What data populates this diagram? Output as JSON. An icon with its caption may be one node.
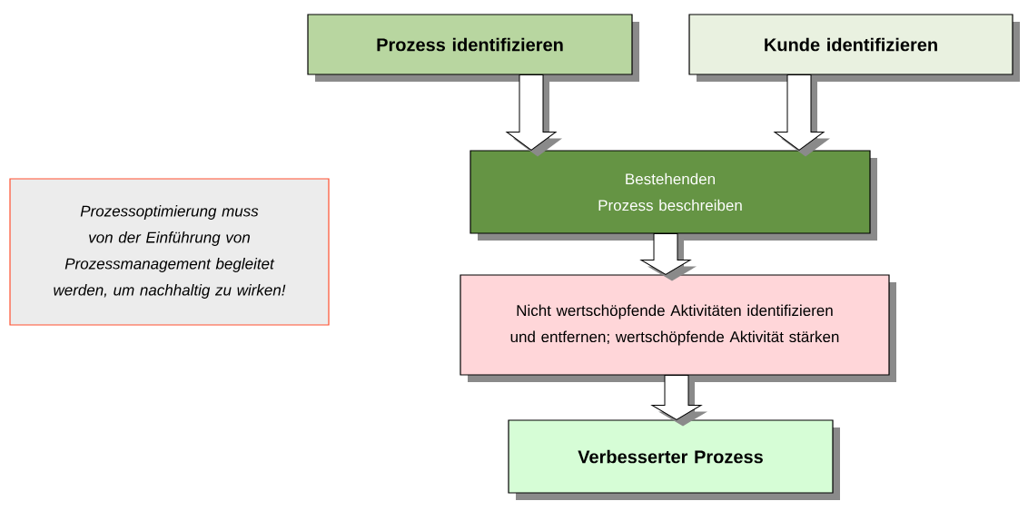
{
  "diagram": {
    "nodes": [
      {
        "text": [
          "Prozess identifizieren"
        ]
      },
      {
        "text": [
          "Kunde identifizieren"
        ]
      },
      {
        "text": [
          "Bestehenden Prozess beschreiben"
        ]
      },
      {
        "text": [
          "Nicht wertschöpfende Aktivitäten identifizieren und entfernen; wertschöpfende Aktivität stärken"
        ]
      },
      {
        "text": [
          "Verbesserter Prozess"
        ]
      },
      {
        "text": [
          "Prozessoptimierung muss von der Einführung von Prozessmanagement begleitet werden, um nachhaltig zu wirken!"
        ]
      }
    ],
    "edges": [
      {
        "from": 0,
        "to": 2,
        "arrow": "to"
      },
      {
        "from": 1,
        "to": 2,
        "arrow": "to"
      },
      {
        "from": 2,
        "to": 3,
        "arrow": "to"
      },
      {
        "from": 3,
        "to": 4,
        "arrow": "to"
      }
    ]
  }
}
